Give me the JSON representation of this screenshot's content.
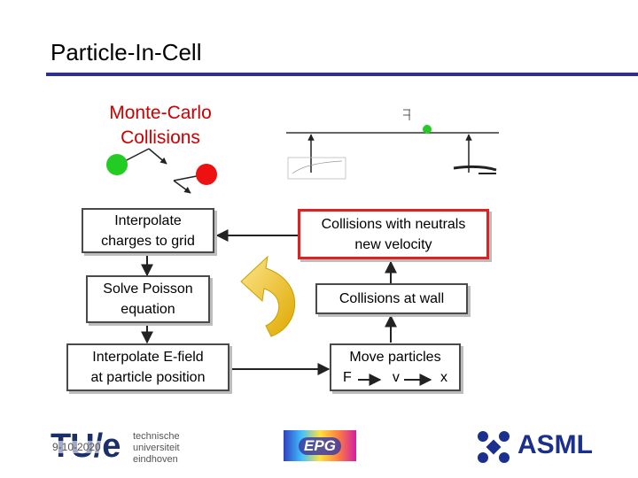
{
  "slide": {
    "title": "Particle-In-Cell"
  },
  "monte_carlo": {
    "line1": "Monte-Carlo",
    "line2": "Collisions"
  },
  "boxes": {
    "interpolate_charges": [
      "Interpolate",
      "charges to grid"
    ],
    "solve_poisson": [
      "Solve Poisson",
      "equation"
    ],
    "interpolate_efield": [
      "Interpolate E-field",
      "at particle position"
    ],
    "collisions_neutrals": [
      "Collisions with neutrals",
      "new velocity"
    ],
    "collisions_wall": "Collisions at wall",
    "move_particles": {
      "title": "Move particles",
      "f": "F",
      "v": "v",
      "x": "x"
    }
  },
  "footer": {
    "date": "9-10-2020",
    "tue_logo": "TU/e",
    "tue_sub": [
      "technische",
      "universiteit",
      "eindhoven"
    ],
    "epg_logo": "EPG",
    "asml_logo": "ASML"
  },
  "colors": {
    "title_rule": "#2f2f8f",
    "accent_red": "#dd2222",
    "green_particle": "#22cc22",
    "red_particle": "#ee1111",
    "cycle_arrow": "#f2c21a"
  }
}
